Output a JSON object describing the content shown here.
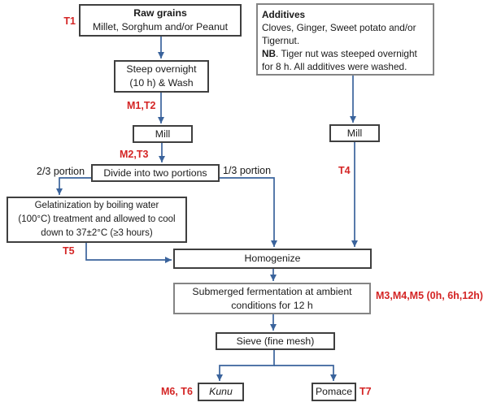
{
  "diagram": {
    "boxes": {
      "raw_grains": {
        "title": "Raw grains",
        "subtitle": "Millet, Sorghum and/or Peanut"
      },
      "additives": {
        "title": "Additives",
        "line1": "Cloves, Ginger, Sweet potato and/or",
        "line2": "Tigernut.",
        "nb_label": "NB",
        "line3_rest": ". Tiger nut was steeped overnight",
        "line4": "for 8 h. All additives were washed."
      },
      "steep": {
        "line1": "Steep overnight",
        "line2": "(10 h) & Wash"
      },
      "mill_left": {
        "label": "Mill"
      },
      "mill_right": {
        "label": "Mill"
      },
      "divide": {
        "label": "Divide into two portions"
      },
      "gelatinization": {
        "line1": "Gelatinization by boiling water",
        "line2": "(100°C) treatment and allowed to cool",
        "line3": "down to 37±2°C (≥3 hours)"
      },
      "homogenize": {
        "label": "Homogenize"
      },
      "fermentation": {
        "line1": "Submerged fermentation at ambient",
        "line2": "conditions for 12 h"
      },
      "sieve": {
        "label": "Sieve (fine mesh)"
      },
      "kunu": {
        "label": "Kunu"
      },
      "pomace": {
        "label": "Pomace"
      }
    },
    "branch_labels": {
      "left": "2/3 portion",
      "right": "1/3 portion"
    },
    "sample_labels": {
      "t1": "T1",
      "m1_t2": "M1,T2",
      "m2_t3": "M2,T3",
      "t4": "T4",
      "t5": "T5",
      "m3_m4_m5": "M3,M4,M5 (0h, 6h,12h)",
      "m6_t6": "M6, T6",
      "t7": "T7"
    },
    "colors": {
      "arrow": "#3a639c",
      "sample_label": "#d42525",
      "box_border": "#3f3f3f",
      "box_border_light": "#848484"
    }
  }
}
